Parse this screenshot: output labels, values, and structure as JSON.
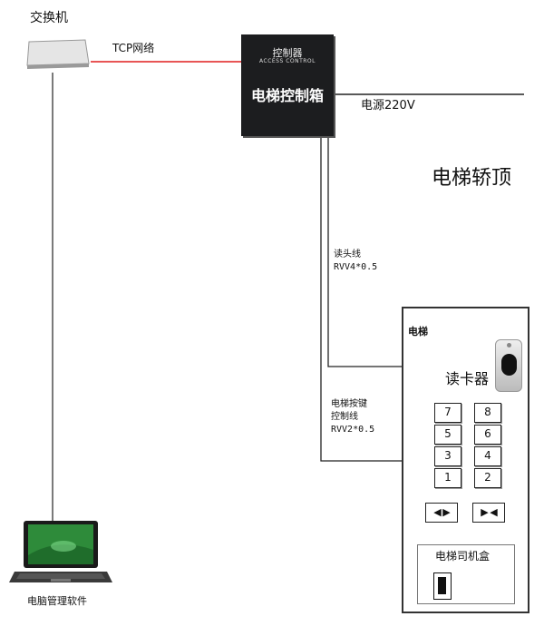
{
  "labels": {
    "switch": "交换机",
    "tcp": "TCP网络",
    "controller_top": "控制器",
    "controller_sub": "ACCESS CONTROL",
    "controller_main": "电梯控制箱",
    "power": "电源220V",
    "car_top": "电梯轿顶",
    "reader_wire_line1": "读头线",
    "reader_wire_line2": "RVV4*0.5",
    "button_wire_line1": "电梯按键",
    "button_wire_line2": "控制线",
    "button_wire_line3": "RVV2*0.5",
    "panel_title": "电梯",
    "card_reader": "读卡器",
    "driver_box": "电梯司机盒",
    "pc_software": "电脑管理软件"
  },
  "keypad": [
    "7",
    "8",
    "5",
    "6",
    "3",
    "4",
    "1",
    "2"
  ],
  "arrows": {
    "open": "◀ ▶",
    "close": "▶ ◀"
  },
  "colors": {
    "tcp_line": "#e11d1d",
    "wire": "#222222"
  },
  "icons": [
    "network-switch-icon",
    "controller-box-icon",
    "card-reader-icon",
    "laptop-icon",
    "key-slot-icon"
  ]
}
